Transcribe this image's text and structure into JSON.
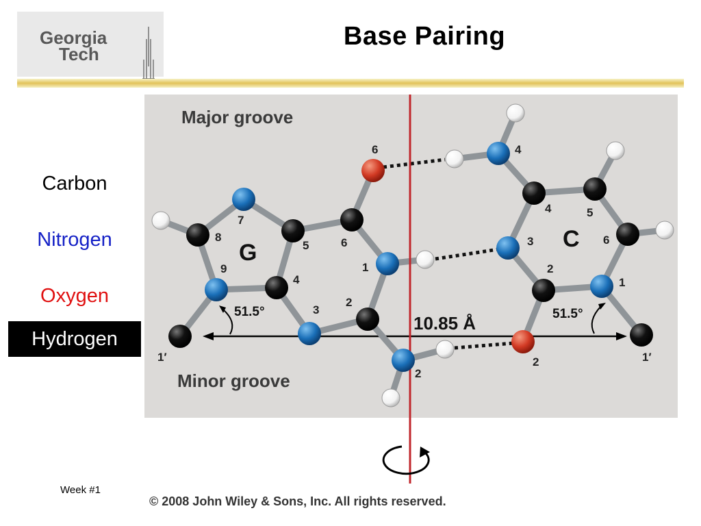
{
  "logo": {
    "line1": "Georgia",
    "line2": "Tech"
  },
  "title": "Base Pairing",
  "legend": {
    "carbon": "Carbon",
    "nitrogen": "Nitrogen",
    "oxygen": "Oxygen",
    "hydrogen": "Hydrogen"
  },
  "figure": {
    "major_groove": "Major groove",
    "minor_groove": "Minor groove",
    "base_g": "G",
    "base_c": "C",
    "distance": "10.85 Å",
    "angle": "51.5°",
    "g_atoms": [
      "6",
      "7",
      "8",
      "5",
      "6",
      "9",
      "4",
      "1",
      "2",
      "3",
      "1′",
      "2"
    ],
    "c_atoms": [
      "4",
      "5",
      "4",
      "6",
      "3",
      "2",
      "1",
      "1′",
      "2"
    ]
  },
  "colors": {
    "carbon": "#111111",
    "nitrogen": "#1a6fb8",
    "oxygen": "#d23a24",
    "hydrogen": "#ffffff",
    "axis": "#c0282d",
    "bg": "#dcdad8"
  },
  "footer": {
    "week": "Week #1",
    "copyright": "© 2008 John Wiley & Sons, Inc. All rights reserved."
  }
}
